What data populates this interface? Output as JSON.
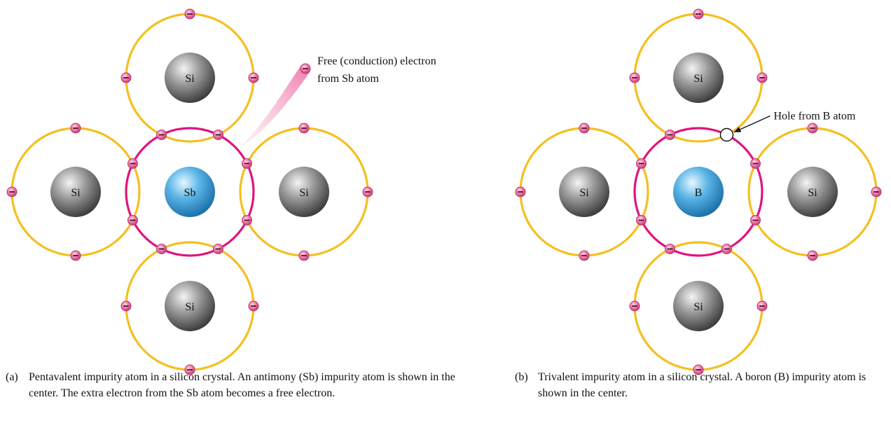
{
  "colors": {
    "orbit_si": "#f5bf1f",
    "orbit_impurity": "#e0147c",
    "electron": "#ec6fa3",
    "si_core": "#7a7a7a",
    "impurity_core": "#3aa0d8"
  },
  "panel_a": {
    "atoms": {
      "top": "Si",
      "left": "Si",
      "center": "Sb",
      "right": "Si",
      "bottom": "Si"
    },
    "annotation_line1": "Free (conduction) electron",
    "annotation_line2": "from Sb atom",
    "caption_tag": "(a)",
    "caption": "Pentavalent impurity atom in a silicon crystal. An antimony (Sb) impurity atom is shown in the center. The extra electron from the Sb atom becomes a free electron."
  },
  "panel_b": {
    "atoms": {
      "top": "Si",
      "left": "Si",
      "center": "B",
      "right": "Si",
      "bottom": "Si"
    },
    "annotation": "Hole from B atom",
    "caption_tag": "(b)",
    "caption": "Trivalent impurity atom in a silicon crystal. A boron (B) impurity atom is shown in the center."
  }
}
